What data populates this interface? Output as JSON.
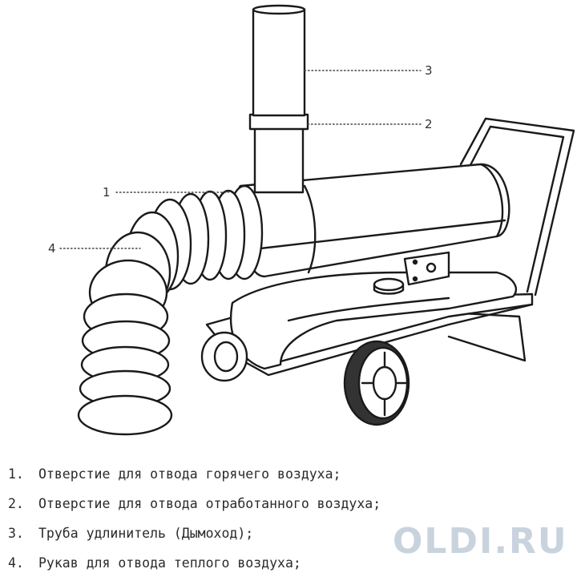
{
  "callouts": [
    "1",
    "2",
    "3",
    "4"
  ],
  "legend": [
    {
      "num": "1.",
      "text": "Отверстие для отвода горячего воздуха;"
    },
    {
      "num": "2.",
      "text": "Отверстие для отвода отработанного воздуха;"
    },
    {
      "num": "3.",
      "text": "Труба удлинитель (Дымоход);"
    },
    {
      "num": "4.",
      "text": "Рукав для отвода теплого воздуха;"
    }
  ],
  "watermark": "OLDI.RU",
  "colors": {
    "line": "#1a1a1a",
    "watermark": "#c9d3dd"
  }
}
